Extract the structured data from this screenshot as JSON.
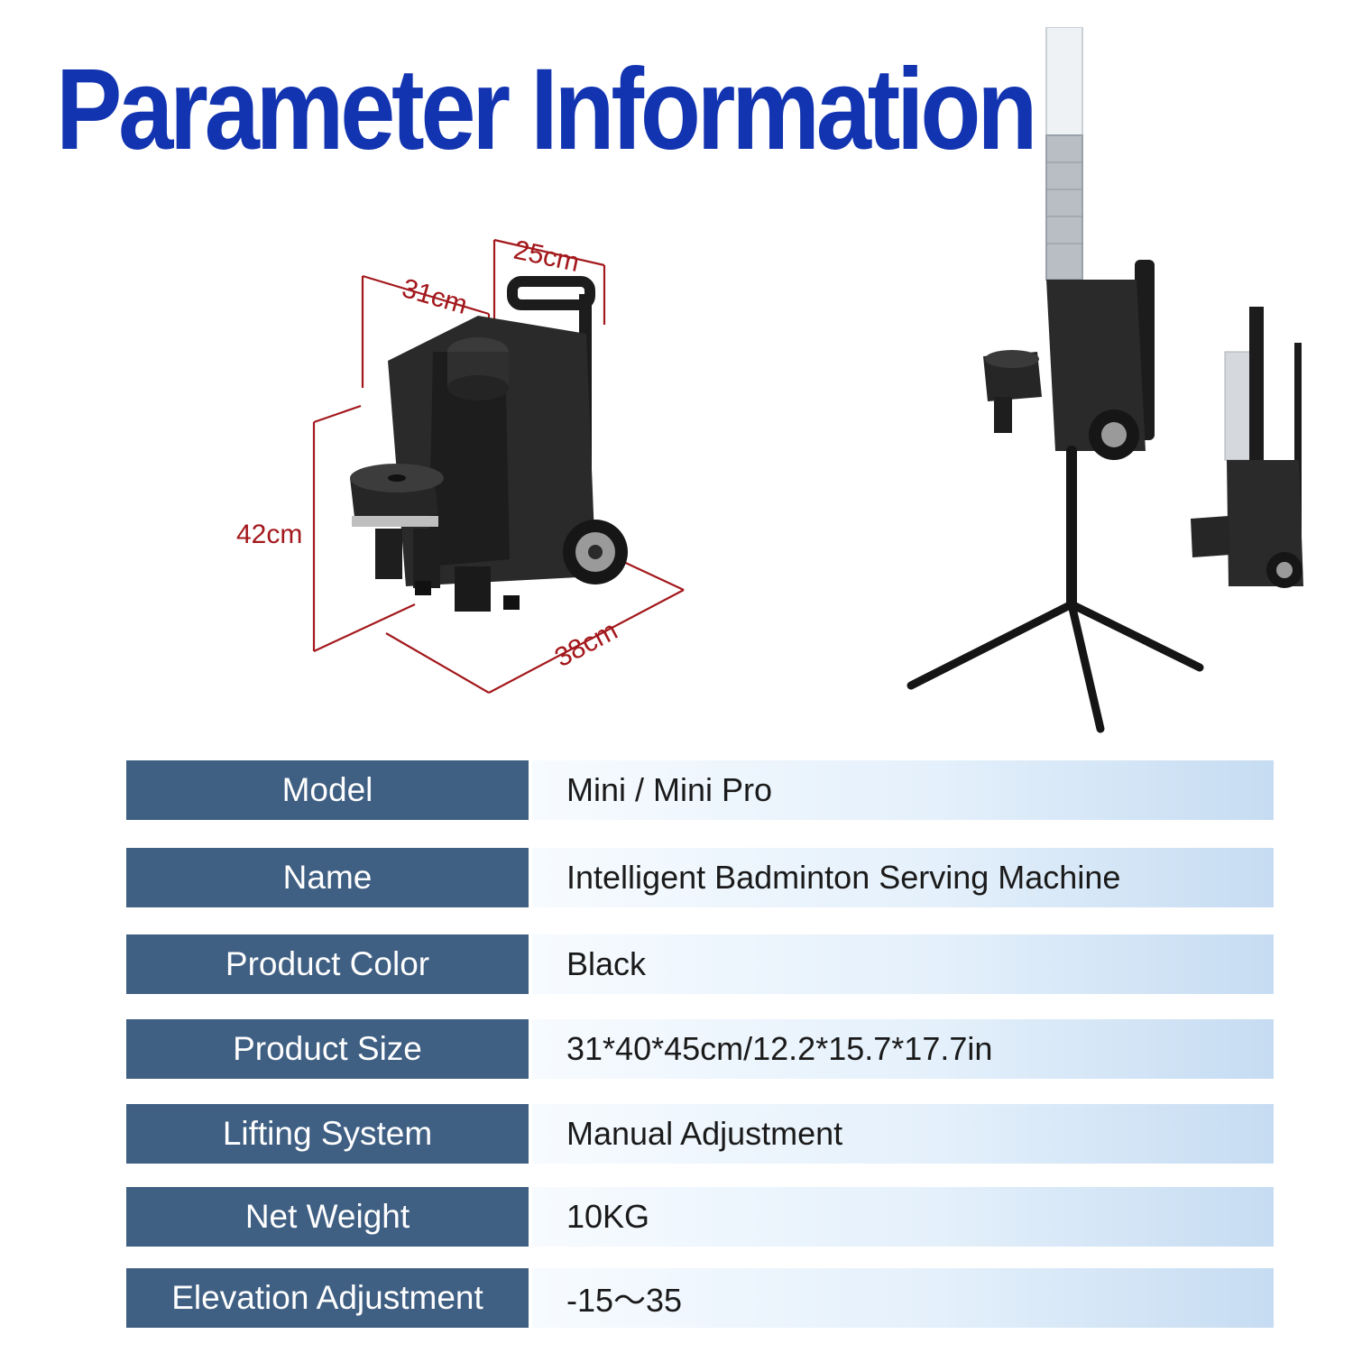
{
  "title": "Parameter Information",
  "dimensions": {
    "width": "25cm",
    "depth": "31cm",
    "height": "42cm",
    "length": "38cm"
  },
  "specs": [
    {
      "label": "Model",
      "value": "Mini / Mini Pro"
    },
    {
      "label": "Name",
      "value": "Intelligent Badminton Serving Machine"
    },
    {
      "label": "Product Color",
      "value": "Black"
    },
    {
      "label": "Product Size",
      "value": "31*40*45cm/12.2*15.7*17.7in"
    },
    {
      "label": "Lifting System",
      "value": "Manual Adjustment"
    },
    {
      "label": "Net Weight",
      "value": "10KG"
    },
    {
      "label": "Elevation Adjustment",
      "value": "-15～35"
    }
  ],
  "colors": {
    "title": "#1234b0",
    "header_cell": "#3f5f83",
    "dimension_line": "#a3181c",
    "value_cell_end": "#c6dcf2"
  }
}
